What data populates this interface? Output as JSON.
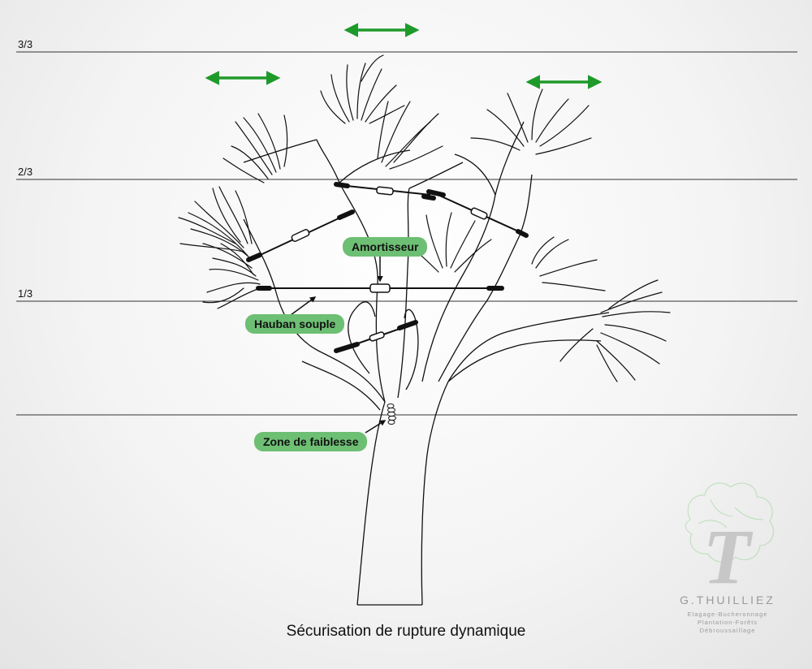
{
  "levels": [
    {
      "label": "3/3"
    },
    {
      "label": "2/3"
    },
    {
      "label": "1/3"
    }
  ],
  "callouts": {
    "damper": "Amortisseur",
    "soft_guy": "Hauban souple",
    "weak_zone": "Zone de faiblesse"
  },
  "caption": "Sécurisation de rupture dynamique",
  "brand": {
    "monogram": "T",
    "name": "G.THUILLIEZ",
    "line1": "Elagage-Bucheronnage",
    "line2": "Plantation-Forêts",
    "line3": "Débroussaillage"
  },
  "colors": {
    "arrow": "#1e9a2a",
    "callout_bg": "#6dbf73",
    "ink": "#111111",
    "logo": "#a9a9a9"
  }
}
